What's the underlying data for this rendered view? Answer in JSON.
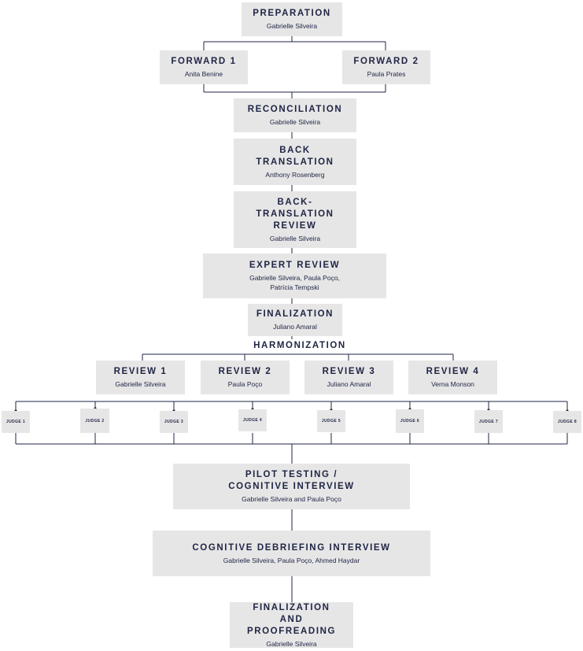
{
  "steps": {
    "preparation": {
      "title": "PREPARATION",
      "person": "Gabrielle Silveira"
    },
    "forward1": {
      "title": "FORWARD 1",
      "person": "Anita Benine"
    },
    "forward2": {
      "title": "FORWARD 2",
      "person": "Paula Prates"
    },
    "reconciliation": {
      "title": "RECONCILIATION",
      "person": "Gabrielle Silveira"
    },
    "back_translation": {
      "title": "BACK TRANSLATION",
      "person": "Anthony Rosenberg"
    },
    "back_translation_review": {
      "title": "BACK-TRANSLATION REVIEW",
      "person": "Gabrielle Silveira"
    },
    "expert_review": {
      "title": "EXPERT REVIEW",
      "person": "Gabrielle Silveira, Paula Poço, Patrícia Tempski"
    },
    "finalization": {
      "title": "FINALIZATION",
      "person": "Juliano Amaral"
    },
    "harmonization": {
      "title": "HARMONIZATION"
    },
    "review1": {
      "title": "REVIEW 1",
      "person": "Gabrielle Silveira"
    },
    "review2": {
      "title": "REVIEW 2",
      "person": "Paula Poço"
    },
    "review3": {
      "title": "REVIEW 3",
      "person": "Juliano Amaral"
    },
    "review4": {
      "title": "REVIEW 4",
      "person": "Verna Monson"
    },
    "pilot_testing": {
      "title": "PILOT TESTING / COGNITIVE INTERVIEW",
      "person": "Gabrielle Silveira and Paula Poço"
    },
    "cognitive_debriefing": {
      "title": "COGNITIVE DEBRIEFING INTERVIEW",
      "person": "Gabrielle Silveira, Paula Poço, Ahmed Haydar"
    },
    "finalization_proofreading": {
      "title": "FINALIZATION AND PROOFREADING",
      "person": "Gabrielle Silveira"
    }
  },
  "judges": [
    "JUDGE 1",
    "JUDGE 2",
    "JUDGE 3",
    "JUDGE 4",
    "JUDGE 5",
    "JUDGE 6",
    "JUDGE 7",
    "JUDGE 8"
  ],
  "colors": {
    "box": "#e6e6e6",
    "text": "#1f2444",
    "line": "#1f2444"
  }
}
